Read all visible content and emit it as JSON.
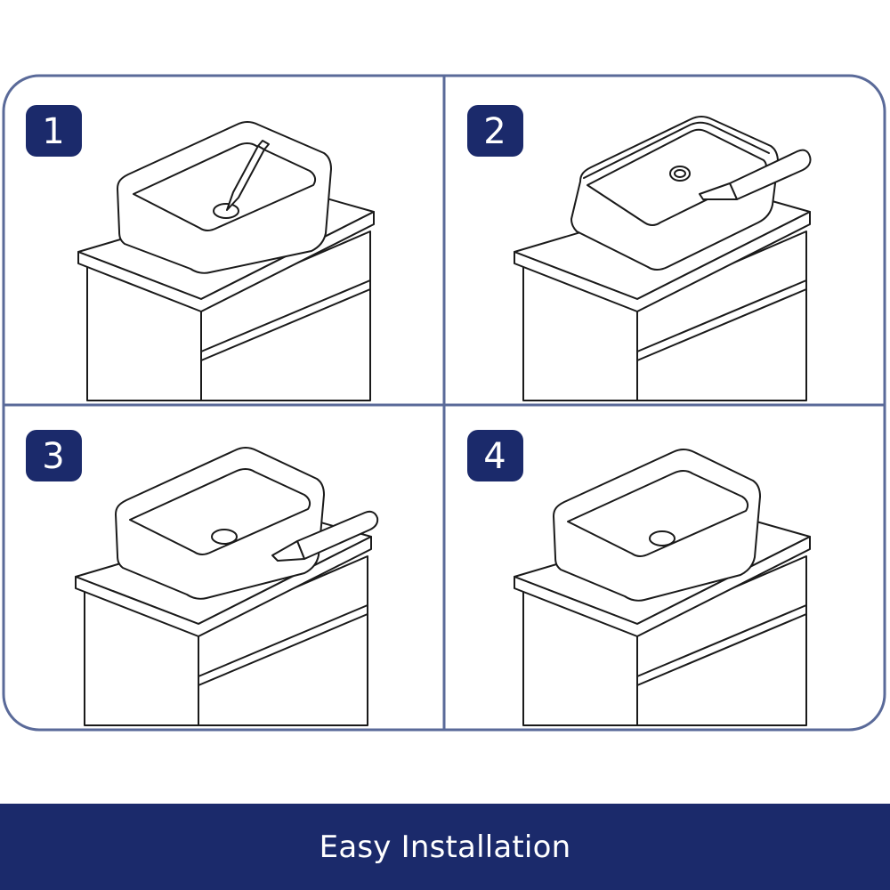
{
  "steps": [
    {
      "number": "1",
      "action": "mark-drain-hole",
      "tool_icon": "pencil-icon"
    },
    {
      "number": "2",
      "action": "apply-sealant-under-basin",
      "tool_icon": "caulk-gun-icon"
    },
    {
      "number": "3",
      "action": "seal-basin-edge",
      "tool_icon": "caulk-gun-icon"
    },
    {
      "number": "4",
      "action": "installed-basin",
      "tool_icon": ""
    }
  ],
  "banner": {
    "title": "Easy Installation"
  },
  "colors": {
    "frame": "#5a6a99",
    "badge": "#1b2a6b",
    "banner": "#1b2a6b",
    "line": "#1a1a1a"
  }
}
